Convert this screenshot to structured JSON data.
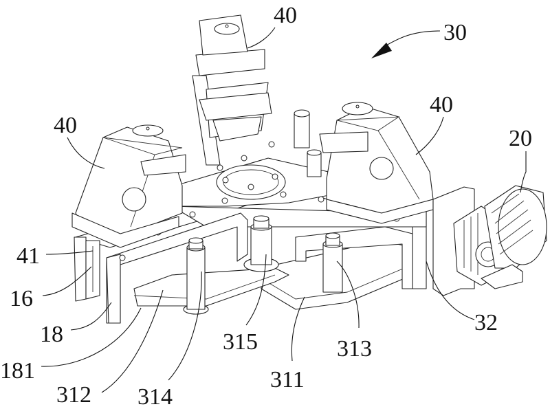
{
  "figure": {
    "type": "patent mechanical drawing",
    "background": "#ffffff",
    "line_color": "#222222"
  },
  "labels": [
    {
      "id": "30",
      "text": "30",
      "target": "assembly (arrow)"
    },
    {
      "id": "40a",
      "text": "40",
      "target": "top machining head"
    },
    {
      "id": "40b",
      "text": "40",
      "target": "left machining head"
    },
    {
      "id": "40c",
      "text": "40",
      "target": "right machining head"
    },
    {
      "id": "20",
      "text": "20",
      "target": "motor"
    },
    {
      "id": "41",
      "text": "41",
      "target": "slide rail"
    },
    {
      "id": "16",
      "text": "16",
      "target": "side plate"
    },
    {
      "id": "18",
      "text": "18",
      "target": "support column"
    },
    {
      "id": "181",
      "text": "181",
      "target": "support column face"
    },
    {
      "id": "312",
      "text": "312",
      "target": "rotary arm"
    },
    {
      "id": "314",
      "text": "314",
      "target": "locating pin"
    },
    {
      "id": "315",
      "text": "315",
      "target": "central shaft"
    },
    {
      "id": "311",
      "text": "311",
      "target": "base plate"
    },
    {
      "id": "313",
      "text": "313",
      "target": "locating pin"
    },
    {
      "id": "32",
      "text": "32",
      "target": "gearbox coupling"
    }
  ]
}
